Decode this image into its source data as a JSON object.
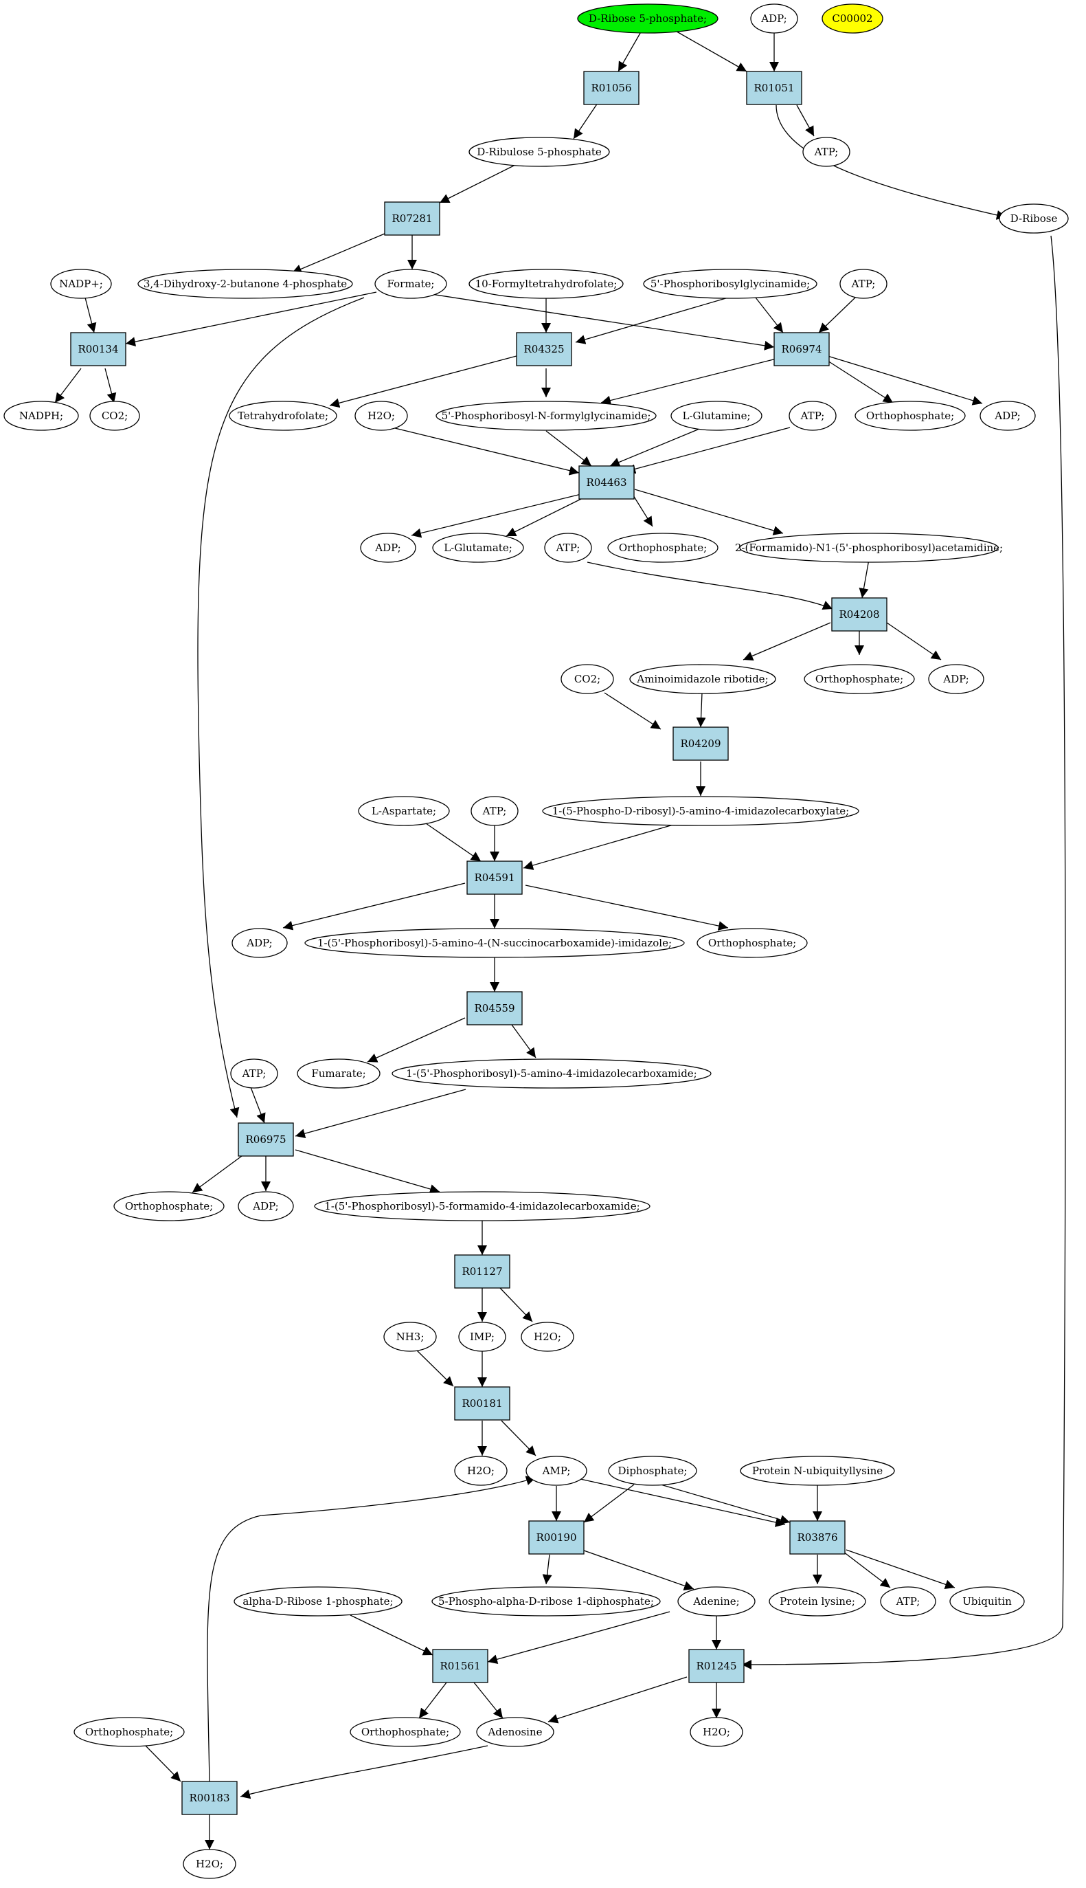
{
  "colors": {
    "reaction_fill": "#add8e6",
    "start_fill": "#00ee00",
    "highlight_fill": "#ffff00",
    "compound_fill": "#ffffff",
    "stroke": "#000000"
  },
  "reactions": {
    "R01056": "R01056",
    "R01051": "R01051",
    "R07281": "R07281",
    "R00134": "R00134",
    "R04325": "R04325",
    "R06974": "R06974",
    "R04463": "R04463",
    "R04208": "R04208",
    "R04209": "R04209",
    "R04591": "R04591",
    "R04559": "R04559",
    "R06975": "R06975",
    "R01127": "R01127",
    "R00181": "R00181",
    "R00190": "R00190",
    "R03876": "R03876",
    "R01561": "R01561",
    "R01245": "R01245",
    "R00183": "R00183"
  },
  "compounds": {
    "d_ribose_5p": "D-Ribose 5-phosphate;",
    "adp_top": "ADP;",
    "c00002": "C00002",
    "d_ribulose_5p": "D-Ribulose 5-phosphate",
    "atp_r01051": "ATP;",
    "d_ribose": "D-Ribose",
    "dihydroxy_butanone": "3,4-Dihydroxy-2-butanone 4-phosphate",
    "nadp": "NADP+;",
    "formate": "Formate;",
    "formyl_thf": "10-Formyltetrahydrofolate;",
    "pribosylglycinamide": "5'-Phosphoribosylglycinamide;",
    "atp_r06974": "ATP;",
    "nadph": "NADPH;",
    "co2_r00134": "CO2;",
    "thf": "Tetrahydrofolate;",
    "h2o_r04463": "H2O;",
    "fgar": "5'-Phosphoribosyl-N-formylglycinamide;",
    "glutamine": "L-Glutamine;",
    "atp_r04463": "ATP;",
    "pi_r06974": "Orthophosphate;",
    "adp_r06974": "ADP;",
    "adp_r04463": "ADP;",
    "glutamate": "L-Glutamate;",
    "atp_r04208": "ATP;",
    "pi_r04463": "Orthophosphate;",
    "fgam": "2-(Formamido)-N1-(5'-phosphoribosyl)acetamidine;",
    "co2_r04209": "CO2;",
    "air": "Aminoimidazole ribotide;",
    "pi_r04208": "Orthophosphate;",
    "adp_r04208": "ADP;",
    "cair": "1-(5-Phospho-D-ribosyl)-5-amino-4-imidazolecarboxylate;",
    "aspartate": "L-Aspartate;",
    "atp_r04591": "ATP;",
    "adp_r04591": "ADP;",
    "saicar": "1-(5'-Phosphoribosyl)-5-amino-4-(N-succinocarboxamide)-imidazole;",
    "pi_r04591": "Orthophosphate;",
    "fumarate": "Fumarate;",
    "aicar": "1-(5'-Phosphoribosyl)-5-amino-4-imidazolecarboxamide;",
    "atp_r06975": "ATP;",
    "pi_r06975": "Orthophosphate;",
    "adp_r06975": "ADP;",
    "faicar": "1-(5'-Phosphoribosyl)-5-formamido-4-imidazolecarboxamide;",
    "nh3": "NH3;",
    "imp": "IMP;",
    "h2o_r01127": "H2O;",
    "h2o_r00181": "H2O;",
    "amp": "AMP;",
    "diphosphate": "Diphosphate;",
    "prot_ubq_lys": "Protein N-ubiquityllysine",
    "prpp": "5-Phospho-alpha-D-ribose 1-diphosphate;",
    "adenine": "Adenine;",
    "protein_lysine": "Protein lysine;",
    "atp_r03876": "ATP;",
    "ubiquitin": "Ubiquitin",
    "ribose1p": "alpha-D-Ribose 1-phosphate;",
    "pi_r00183": "Orthophosphate;",
    "pi_r01561": "Orthophosphate;",
    "adenosine": "Adenosine",
    "h2o_r01245": "H2O;",
    "h2o_r00183": "H2O;"
  }
}
